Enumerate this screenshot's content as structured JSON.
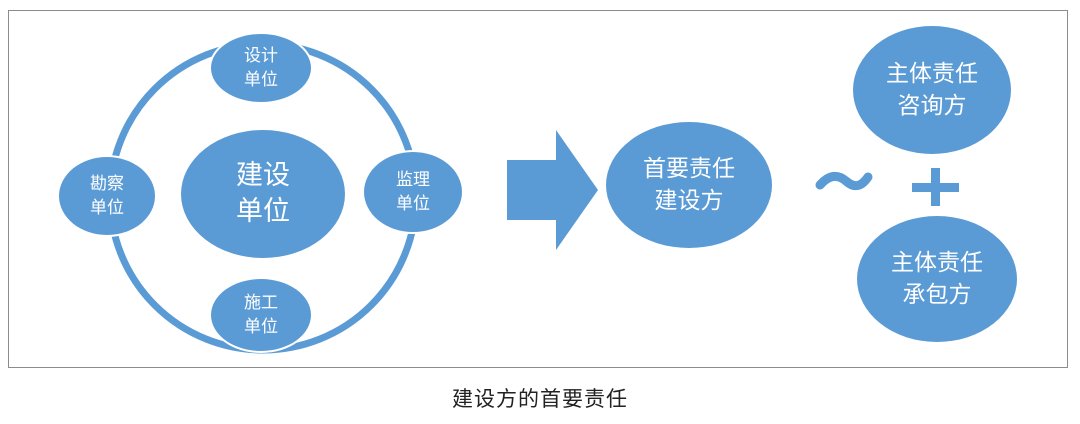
{
  "diagram": {
    "center": {
      "line1": "建设",
      "line2": "单位"
    },
    "top": {
      "line1": "设计",
      "line2": "单位"
    },
    "left": {
      "line1": "勘察",
      "line2": "单位"
    },
    "right": {
      "line1": "监理",
      "line2": "单位"
    },
    "bottom": {
      "line1": "施工",
      "line2": "单位"
    },
    "primary": {
      "line1": "首要责任",
      "line2": "建设方"
    },
    "subject_top": {
      "line1": "主体责任",
      "line2": "咨询方"
    },
    "subject_bottom": {
      "line1": "主体责任",
      "line2": "承包方"
    },
    "tilde_symbol": "~",
    "plus_symbol": "+"
  },
  "caption": "建设方的首要责任",
  "colors": {
    "node_fill": "#5b9bd5",
    "text": "#ffffff",
    "frame_border": "#8c8c8c",
    "caption_text": "#222222"
  }
}
